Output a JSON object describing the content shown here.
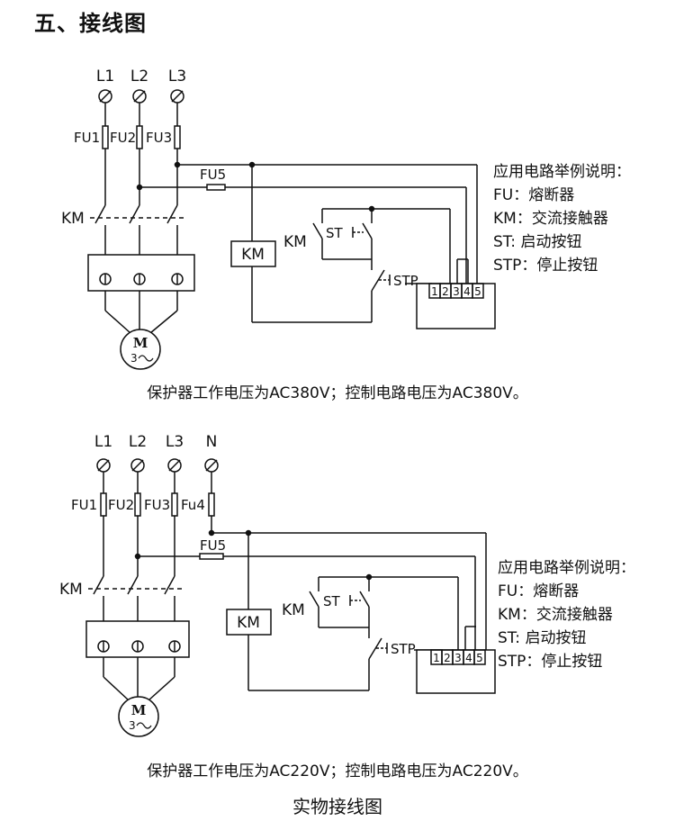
{
  "heading": "五、接线图",
  "diagram1": {
    "phases": [
      "L1",
      "L2",
      "L3"
    ],
    "fuses": [
      "FU1",
      "FU2",
      "FU3"
    ],
    "control_fuse": "FU5",
    "contactor": "KM",
    "coil": "KM",
    "hold_contact": "KM",
    "start_button": "ST",
    "stop_button": "STP",
    "motor": "M",
    "motor_phase": "3",
    "terminals": [
      "1",
      "2",
      "3",
      "4",
      "5"
    ],
    "legend_title": "应用电路举例说明：",
    "legend": [
      "FU：熔断器",
      "KM：交流接触器",
      "ST: 启动按钮",
      "STP：停止按钮"
    ],
    "caption": "保护器工作电压为AC380V；控制电路电压为AC380V。"
  },
  "diagram2": {
    "phases": [
      "L1",
      "L2",
      "L3",
      "N"
    ],
    "fuses": [
      "FU1",
      "FU2",
      "FU3",
      "Fu4"
    ],
    "control_fuse": "FU5",
    "contactor": "KM",
    "coil": "KM",
    "hold_contact": "KM",
    "start_button": "ST",
    "stop_button": "STP",
    "motor": "M",
    "motor_phase": "3",
    "terminals": [
      "1",
      "2",
      "3",
      "4",
      "5"
    ],
    "legend_title": "应用电路举例说明：",
    "legend": [
      "FU：熔断器",
      "KM：交流接触器",
      "ST: 启动按钮",
      "STP：停止按钮"
    ],
    "caption": "保护器工作电压为AC220V；控制电路电压为AC220V。"
  },
  "footer": "实物接线图"
}
